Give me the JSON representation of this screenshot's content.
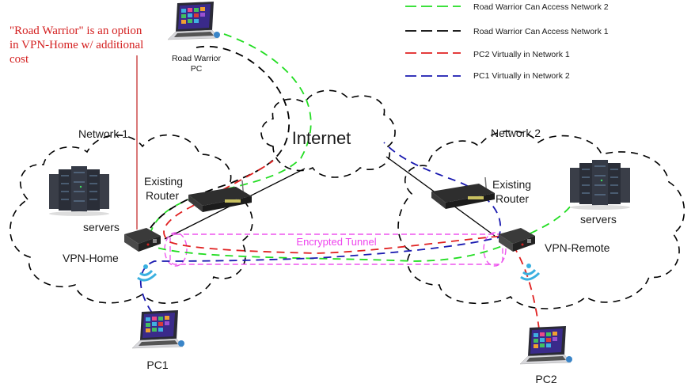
{
  "annotation": {
    "lines": [
      "\"Road Warrior\" is an option",
      "in VPN-Home w/ additional",
      "cost"
    ],
    "color": "#d42020"
  },
  "legend": {
    "items": [
      {
        "label": "Road Warrior Can Access Network 2",
        "color": "#22dd22"
      },
      {
        "label": "Road Warrior Can Access Network 1",
        "color": "#000000"
      },
      {
        "label": "PC2 Virtually in Network 1",
        "color": "#e02020"
      },
      {
        "label": "PC1 Virtually in Network 2",
        "color": "#1a1ab0"
      }
    ]
  },
  "nodes": {
    "road_warrior": {
      "label_line1": "Road Warrior",
      "label_line2": "PC",
      "icon": "laptop-icon"
    },
    "internet": {
      "label": "Internet",
      "icon": "cloud-icon"
    },
    "network1": {
      "label": "Network 1",
      "icon": "cloud-icon"
    },
    "network2": {
      "label": "Network 2",
      "icon": "cloud-icon"
    },
    "servers1": {
      "label": "servers",
      "icon": "server-rack-icon"
    },
    "servers2": {
      "label": "servers",
      "icon": "server-rack-icon"
    },
    "router1": {
      "label_line1": "Existing",
      "label_line2": "Router",
      "icon": "router-icon"
    },
    "router2": {
      "label_line1": "Existing",
      "label_line2": "Router",
      "icon": "router-icon"
    },
    "vpn_home": {
      "label": "VPN-Home",
      "icon": "vpn-box-icon"
    },
    "vpn_remote": {
      "label": "VPN-Remote",
      "icon": "vpn-box-icon"
    },
    "pc1": {
      "label": "PC1",
      "icon": "laptop-icon"
    },
    "pc2": {
      "label": "PC2",
      "icon": "laptop-icon"
    },
    "wifi_home": {
      "icon": "wifi-icon"
    },
    "wifi_remote": {
      "icon": "wifi-icon"
    }
  },
  "tunnel": {
    "label": "Encrypted Tunnel",
    "color": "#ee55ee"
  }
}
